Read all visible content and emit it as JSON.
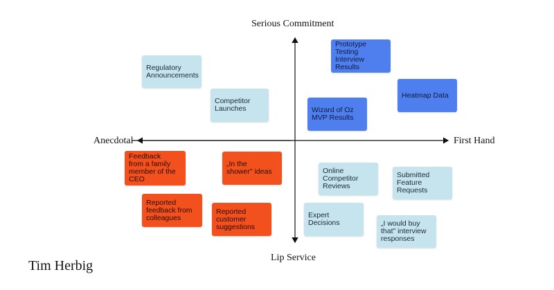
{
  "axes": {
    "top": "Serious Commitment",
    "bottom": "Lip Service",
    "left": "Anecdotal",
    "right": "First Hand"
  },
  "colors": {
    "light": "#c5e4ee",
    "blue": "#4f7fef",
    "orange": "#f2501d"
  },
  "cards": {
    "regulatory": "Regulatory\nAnnouncements",
    "competitor_launches": "Competitor\nLaunches",
    "prototype_testing": "Prototype\nTesting\nInterview\nResults",
    "heatmap": "Heatmap Data",
    "wizard_of_oz": "Wizard of Oz\nMVP Results",
    "family_feedback": "Feedback\nfrom a family\nmember of the\nCEO",
    "shower_ideas": "„In the\nshower\" ideas",
    "colleague_feedback": "Reported\nfeedback from\ncolleagues",
    "customer_suggestions": "Reported\ncustomer\nsuggestions",
    "online_reviews": "Online\nCompetitor\nReviews",
    "feature_requests": "Submitted\nFeature\nRequests",
    "expert_decisions": "Expert\nDecisions",
    "would_buy": "„I would buy\nthat\" interview\nresponses"
  },
  "author": "Tim Herbig"
}
